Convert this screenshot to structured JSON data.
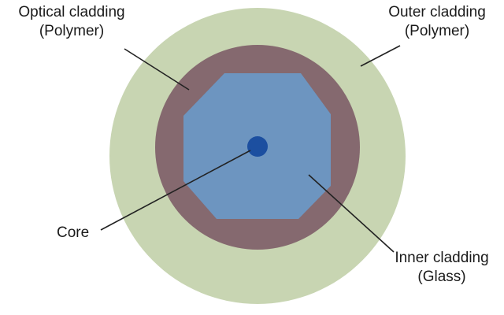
{
  "labels": {
    "optical_cladding": {
      "line1": "Optical cladding",
      "line2": "(Polymer)"
    },
    "outer_cladding": {
      "line1": "Outer cladding",
      "line2": "(Polymer)"
    },
    "core": {
      "line1": "Core"
    },
    "inner_cladding": {
      "line1": "Inner cladding",
      "line2": "(Glass)"
    }
  },
  "colors": {
    "outer_cladding": "#c8d5b2",
    "optical_cladding": "#85696f",
    "inner_cladding": "#6d95c0",
    "core": "#1c4fa0",
    "leader_line": "#222222"
  }
}
